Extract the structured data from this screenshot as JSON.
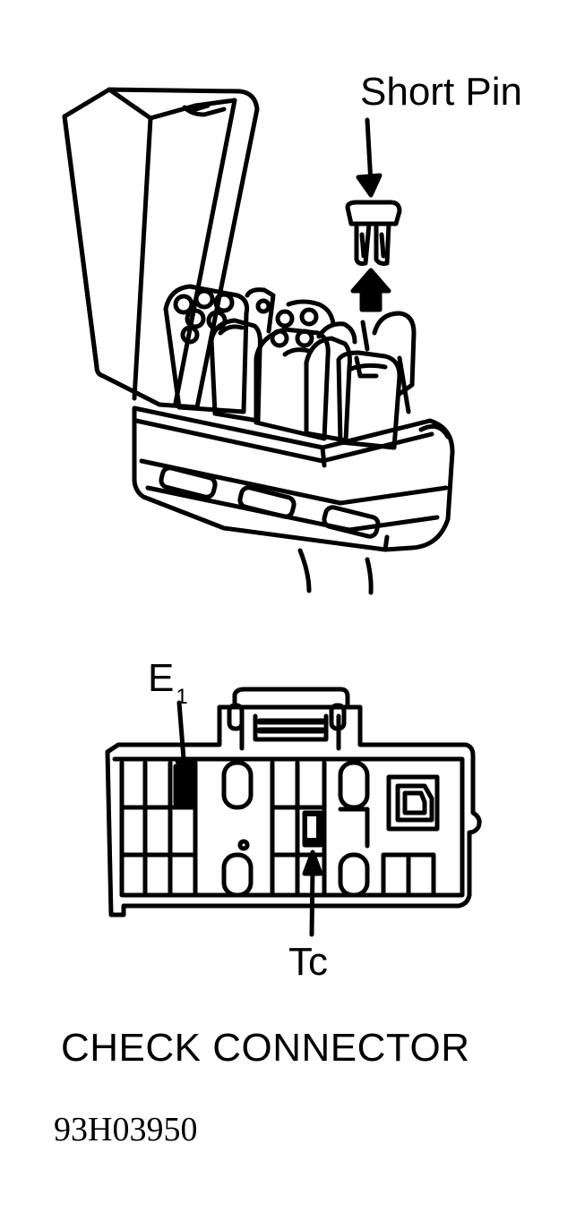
{
  "labels": {
    "short_pin": "Short Pin",
    "e1_letter": "E",
    "e1_subscript": "1",
    "tc": "Tc"
  },
  "caption": "CHECK CONNECTOR",
  "figure_id": "93H03950",
  "colors": {
    "ink": "#000000",
    "paper": "#ffffff"
  }
}
